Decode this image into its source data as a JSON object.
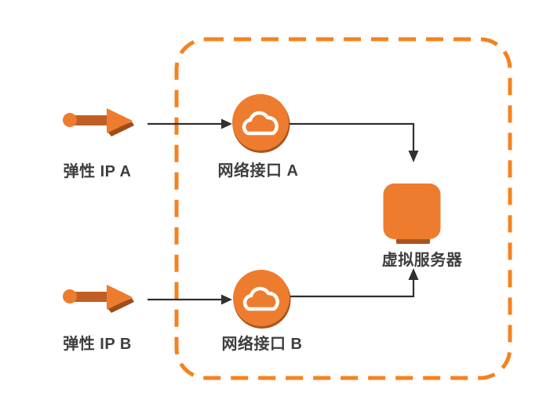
{
  "diagram": {
    "title": "",
    "nodes": [
      {
        "id": "eip-a",
        "label": "弹性 IP A",
        "icon": "elastic-ip-arrow-icon"
      },
      {
        "id": "eni-a",
        "label": "网络接口 A",
        "icon": "cloud-circle-icon"
      },
      {
        "id": "server",
        "label": "虚拟服务器",
        "icon": "server-box-icon"
      },
      {
        "id": "eip-b",
        "label": "弹性 IP B",
        "icon": "elastic-ip-arrow-icon"
      },
      {
        "id": "eni-b",
        "label": "网络接口 B",
        "icon": "cloud-circle-icon"
      }
    ],
    "edges": [
      {
        "from": "eip-a",
        "to": "eni-a",
        "style": "arrow-right"
      },
      {
        "from": "eni-a",
        "to": "server",
        "style": "elbow-right-then-down"
      },
      {
        "from": "eip-b",
        "to": "eni-b",
        "style": "arrow-right"
      },
      {
        "from": "eni-b",
        "to": "server",
        "style": "elbow-right-then-up"
      }
    ],
    "boundary": {
      "shape": "dashed-rounded-rect",
      "color": "#f5821f"
    },
    "colors": {
      "icon_orange": "#ee7c2e",
      "icon_shadow": "#a8551e",
      "shaft_brown": "#c05f25",
      "arrow_facet_dark": "#9c4e1a",
      "boundary_orange": "#f5821f",
      "connector_dark": "#303030",
      "text_color": "#3e3e3e",
      "background": "#ffffff"
    }
  }
}
